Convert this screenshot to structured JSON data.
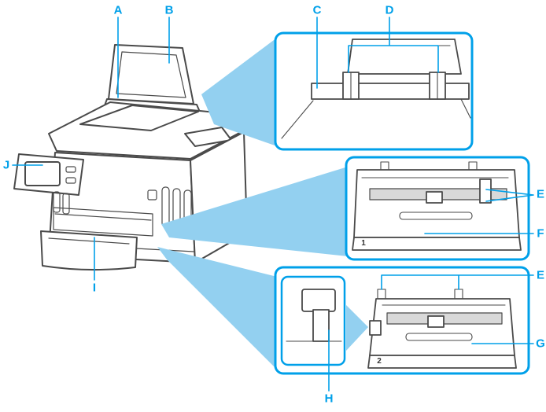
{
  "figure": {
    "type": "printer-parts-callout-diagram",
    "accent_color": "#00A0E9",
    "beam_color": "#93D0F0",
    "line_color": "#4A4A4A"
  },
  "labels": {
    "a": "A",
    "b": "B",
    "c": "C",
    "d": "D",
    "e_top": "E",
    "f": "F",
    "e_bottom": "E",
    "g": "G",
    "h": "H",
    "i": "I",
    "j": "J"
  },
  "annotations": {
    "cassette_1": "1",
    "cassette_2": "2"
  }
}
